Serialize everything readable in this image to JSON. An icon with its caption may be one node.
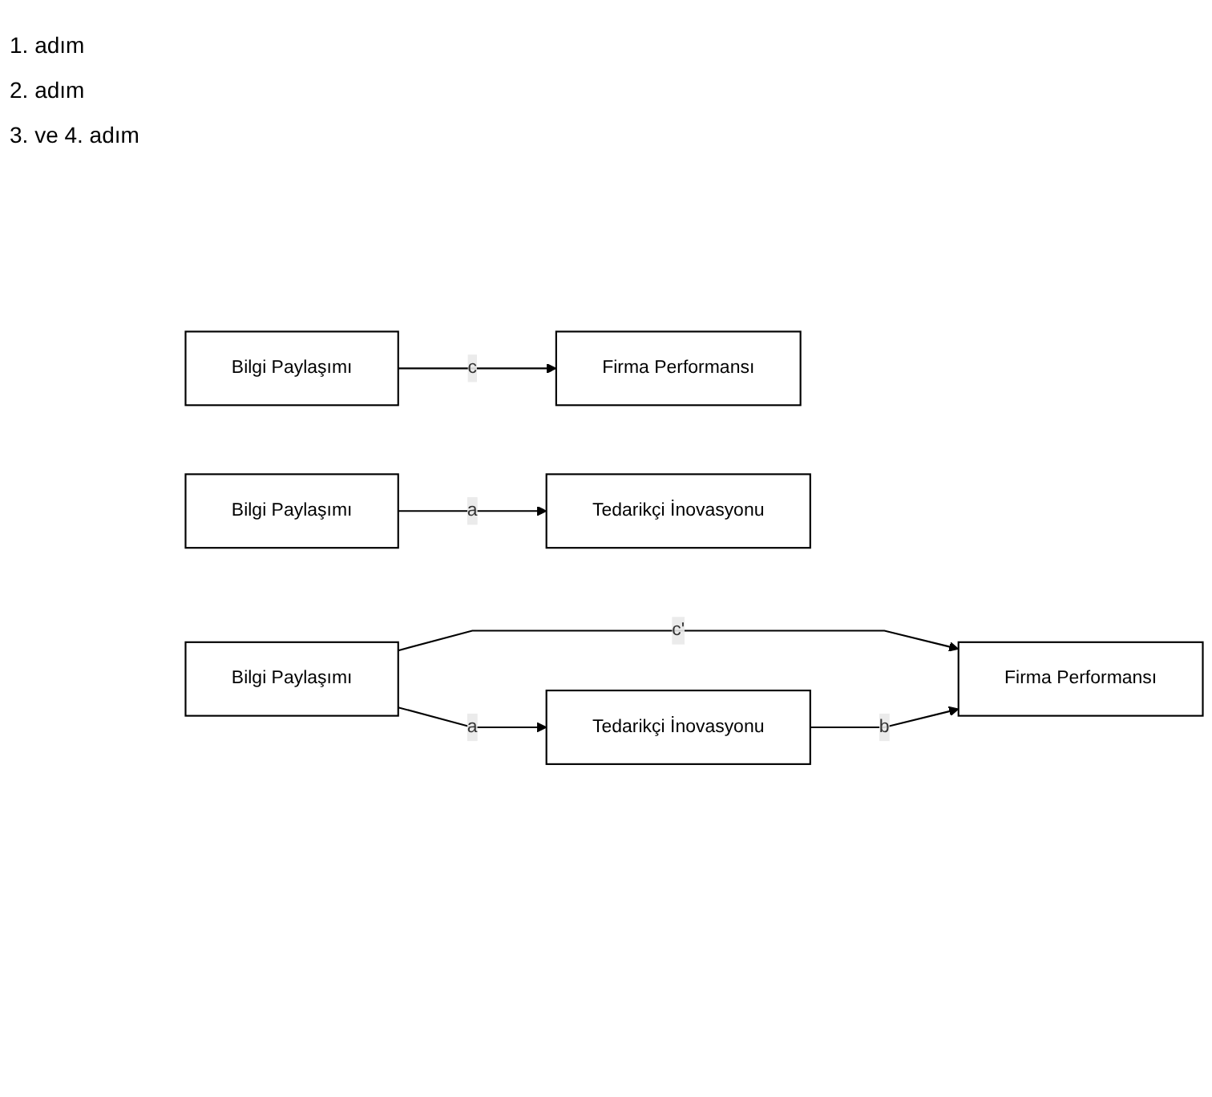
{
  "diagram": {
    "nodes": [
      {
        "text": [
          "Bilgi Paylaşımı"
        ]
      },
      {
        "text": [
          "Firma Performansı"
        ]
      },
      {
        "text": [
          "Bilgi Paylaşımı"
        ]
      },
      {
        "text": [
          "Tedarikçi İnovasyonu"
        ]
      },
      {
        "text": [
          "Bilgi Paylaşımı"
        ]
      },
      {
        "text": [
          "Firma Performansı"
        ]
      },
      {
        "text": [
          "Tedarikçi İnovasyonu"
        ]
      }
    ],
    "edges": [
      {
        "from": 0,
        "to": 1,
        "arrow": "to",
        "label": "c"
      },
      {
        "from": 2,
        "to": 3,
        "arrow": "to",
        "label": "a"
      },
      {
        "from": 4,
        "to": 5,
        "arrow": "to",
        "label": "c'"
      },
      {
        "from": 4,
        "to": 6,
        "arrow": "to",
        "label": "a"
      },
      {
        "from": 6,
        "to": 5,
        "arrow": "to",
        "label": "b"
      }
    ],
    "labels": [
      "1. adım",
      "2. adım",
      "3. ve 4. adım"
    ]
  }
}
